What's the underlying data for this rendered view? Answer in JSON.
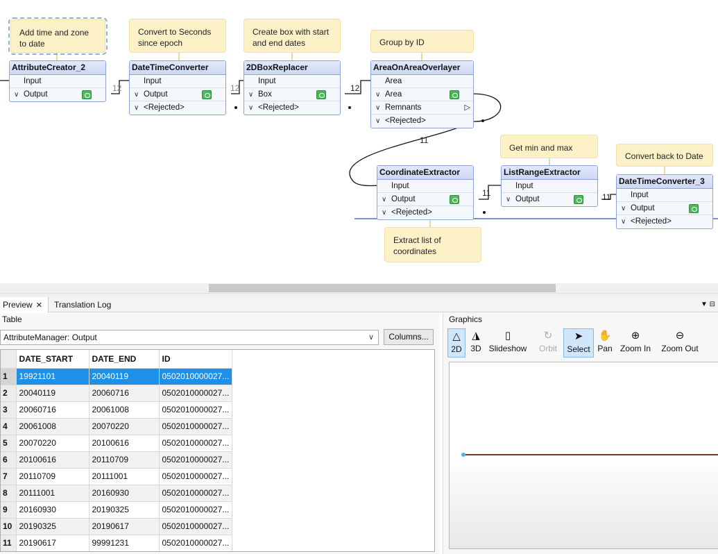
{
  "canvas": {
    "notes": [
      {
        "id": "note-add-time",
        "text": "Add time and zone to date"
      },
      {
        "id": "note-convert-seconds",
        "text": "Convert to Seconds since epoch"
      },
      {
        "id": "note-create-box",
        "text": "Create box with start and end dates"
      },
      {
        "id": "note-group-by-id",
        "text": "Group by ID"
      },
      {
        "id": "note-get-min-max",
        "text": "Get min and max"
      },
      {
        "id": "note-convert-back",
        "text": "Convert back to Date"
      },
      {
        "id": "note-extract-list",
        "text": "Extract list of coordinates"
      }
    ],
    "nodes": [
      {
        "title": "AttributeCreator_2",
        "ports": [
          "Input",
          "Output"
        ]
      },
      {
        "title": "DateTimeConverter",
        "ports": [
          "Input",
          "Output",
          "<Rejected>"
        ]
      },
      {
        "title": "2DBoxReplacer",
        "ports": [
          "Input",
          "Box",
          "<Rejected>"
        ]
      },
      {
        "title": "AreaOnAreaOverlayer",
        "ports": [
          "Area",
          "Area",
          "Remnants",
          "<Rejected>"
        ]
      },
      {
        "title": "CoordinateExtractor",
        "ports": [
          "Input",
          "Output",
          "<Rejected>"
        ]
      },
      {
        "title": "ListRangeExtractor",
        "ports": [
          "Input",
          "Output"
        ]
      },
      {
        "title": "DateTimeConverter_3",
        "ports": [
          "Input",
          "Output",
          "<Rejected>"
        ]
      }
    ],
    "counts": [
      "12",
      "12",
      "12",
      "11",
      "11",
      "11"
    ]
  },
  "tabs": [
    {
      "label": "Preview",
      "close": "✕"
    },
    {
      "label": "Translation Log"
    }
  ],
  "panel_controls": "▼  ⊟",
  "table_pane": {
    "label": "Table",
    "source_select": "AttributeManager: Output",
    "columns_button": "Columns...",
    "headers": [
      "DATE_START",
      "DATE_END",
      "ID"
    ],
    "rows": [
      [
        "1",
        "19921101",
        "20040119",
        "0502010000027..."
      ],
      [
        "2",
        "20040119",
        "20060716",
        "0502010000027..."
      ],
      [
        "3",
        "20060716",
        "20061008",
        "0502010000027..."
      ],
      [
        "4",
        "20061008",
        "20070220",
        "0502010000027..."
      ],
      [
        "5",
        "20070220",
        "20100616",
        "0502010000027..."
      ],
      [
        "6",
        "20100616",
        "20110709",
        "0502010000027..."
      ],
      [
        "7",
        "20110709",
        "20111001",
        "0502010000027..."
      ],
      [
        "8",
        "20111001",
        "20160930",
        "0502010000027..."
      ],
      [
        "9",
        "20160930",
        "20190325",
        "0502010000027..."
      ],
      [
        "10",
        "20190325",
        "20190617",
        "0502010000027..."
      ],
      [
        "11",
        "20190617",
        "99991231",
        "0502010000027..."
      ]
    ],
    "selected_row": 1
  },
  "graphics_pane": {
    "label": "Graphics",
    "toolbar": [
      {
        "label": "2D",
        "icon": "△",
        "state": "active"
      },
      {
        "label": "3D",
        "icon": "◮",
        "state": "normal"
      },
      {
        "label": "Slideshow",
        "icon": "▯",
        "state": "normal"
      },
      {
        "label": "Orbit",
        "icon": "↻",
        "state": "disabled"
      },
      {
        "label": "Select",
        "icon": "➤",
        "state": "active"
      },
      {
        "label": "Pan",
        "icon": "✋",
        "state": "normal"
      },
      {
        "label": "Zoom In",
        "icon": "⊕",
        "state": "normal"
      },
      {
        "label": "Zoom Out",
        "icon": "⊖",
        "state": "normal"
      }
    ],
    "line_color": "#6b3a1f",
    "point_color": "#4fb3e6"
  },
  "colors": {
    "note_bg": "#fdf1c8",
    "node_border": "#8aa4d6",
    "selection": "#1e90e8"
  }
}
